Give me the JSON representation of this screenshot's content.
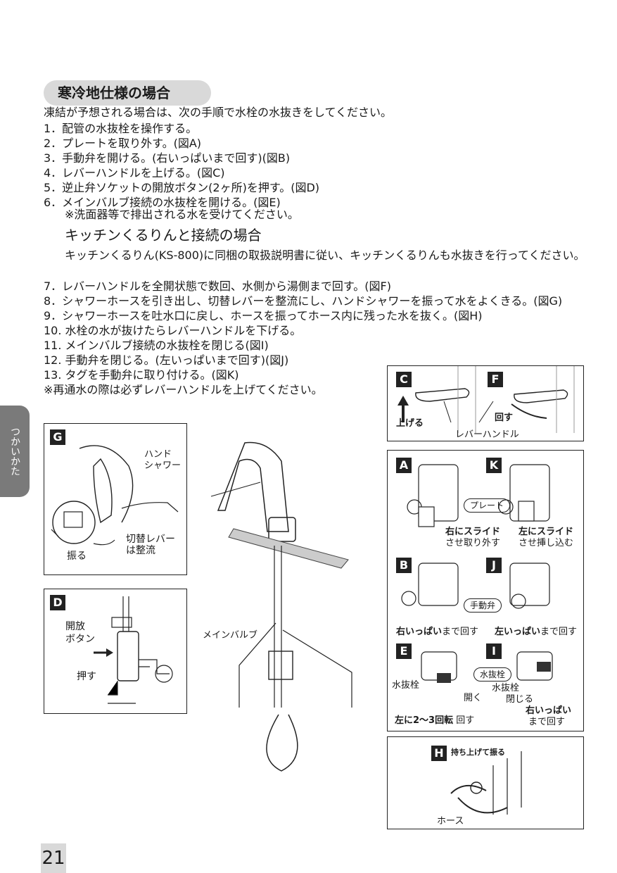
{
  "section_title": "寒冷地仕様の場合",
  "intro": "凍結が予想される場合は、次の手順で水栓の水抜きをしてください。",
  "steps_a": [
    "1．配管の水抜栓を操作する。",
    "2．プレートを取り外す。(図A)",
    "3．手動弁を開ける。(右いっぱいまで回す)(図B)",
    "4．レバーハンドルを上げる。(図C)",
    "5．逆止弁ソケットの開放ボタン(2ヶ所)を押す。(図D)",
    "6．メインバルブ接続の水抜栓を開ける。(図E)"
  ],
  "note_6": "※洗面器等で排出される水を受けてください。",
  "kitchen_heading": "キッチンくるりんと接続の場合",
  "kitchen_text": "キッチンくるりん(KS-800)に同梱の取扱説明書に従い、キッチンくるりんも水抜きを行ってください。",
  "steps_b": [
    "7．レバーハンドルを全開状態で数回、水側から湯側まで回す。(図F)",
    "8．シャワーホースを引き出し、切替レバーを整流にし、ハンドシャワーを振って水をよくきる。(図G)",
    "9．シャワーホースを吐水口に戻し、ホースを振ってホース内に残った水を抜く。(図H)",
    "10. 水栓の水が抜けたらレバーハンドルを下げる。",
    "11. メインバルブ接続の水抜栓を閉じる(図I)",
    "12. 手動弁を閉じる。(左いっぱいまで回す)(図J)",
    "13. タグを手動弁に取り付ける。(図K)",
    "※再通水の際は必ずレバーハンドルを上げてください。"
  ],
  "side_tab": "つかいかた",
  "page_number": "21",
  "fig_CF": {
    "c": "C",
    "f": "F",
    "up": "上げる",
    "turn": "回す",
    "lever": "レバーハンドル"
  },
  "fig_G": {
    "label": "G",
    "hand_shower": "ハンド\nシャワー",
    "switch": "切替レバー\nは整流",
    "shake": "振る"
  },
  "fig_D": {
    "label": "D",
    "button": "開放\nボタン",
    "push": "押す"
  },
  "center": {
    "main_valve": "メインバルブ"
  },
  "fig_AK": {
    "a": "A",
    "k": "K",
    "plate": "プレート",
    "right_slide": "右にスライド",
    "right_sub": "させ取り外す",
    "left_slide": "左にスライド",
    "left_sub": "させ挿し込む"
  },
  "fig_BJ": {
    "b": "B",
    "j": "J",
    "manual_valve": "手動弁",
    "right_full": "右いっぱい",
    "right_suffix": "まで回す",
    "left_full": "左いっぱい",
    "left_suffix": "まで回す"
  },
  "fig_EI": {
    "e": "E",
    "i": "I",
    "drain_plug": "水抜栓",
    "drain_plug_e": "水抜栓",
    "open": "開く",
    "left_turns": "左に2〜3回転",
    "left_turns_suffix": "回す",
    "drain_plug_i": "水抜栓",
    "close": "閉じる",
    "right_full": "右いっぱい",
    "right_suffix": "まで回す"
  },
  "fig_H": {
    "label": "H",
    "caption": "持ち上げて振る",
    "hose": "ホース"
  }
}
